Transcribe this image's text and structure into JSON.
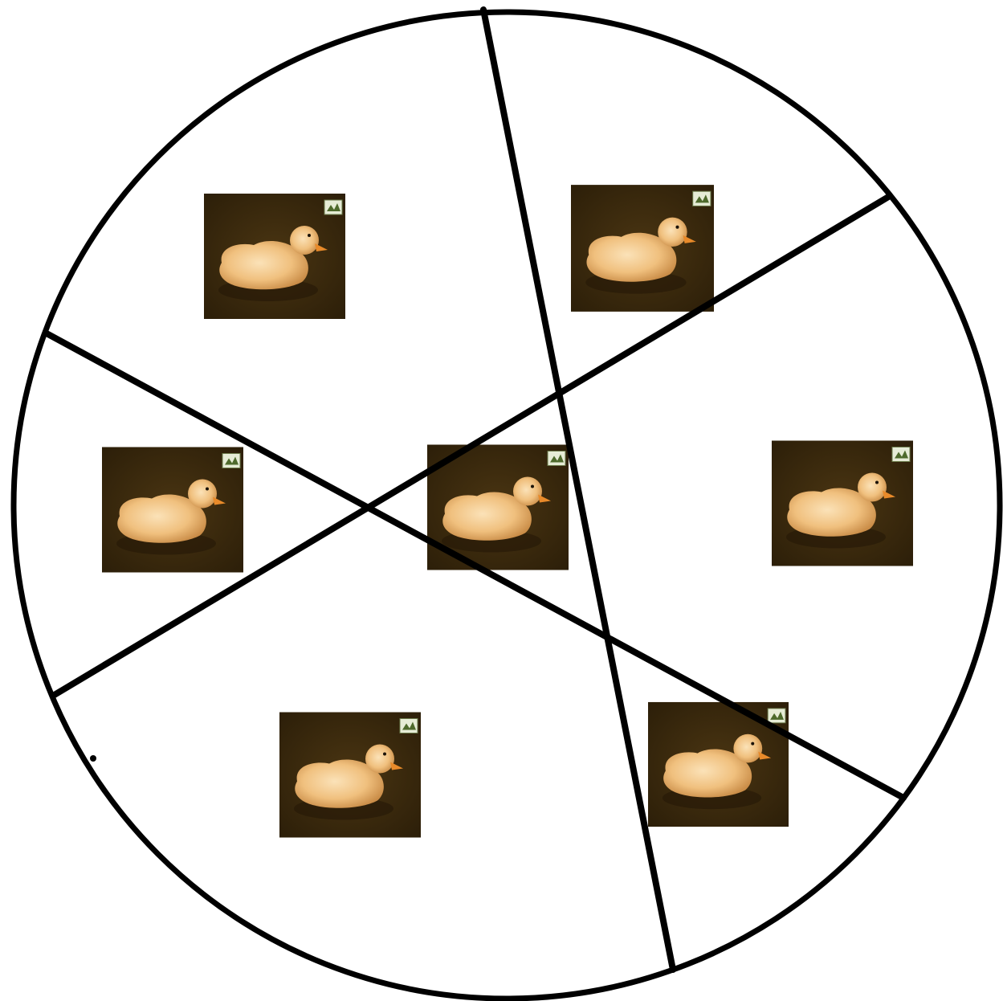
{
  "diagram": {
    "shape": "circle",
    "dividing_lines": 3,
    "regions": 7,
    "line_color": "#000000",
    "background": "#ffffff",
    "items": [
      {
        "region": 1,
        "icon": "duckling-photo-icon"
      },
      {
        "region": 2,
        "icon": "duckling-photo-icon"
      },
      {
        "region": 3,
        "icon": "duckling-photo-icon"
      },
      {
        "region": 4,
        "icon": "duckling-photo-icon"
      },
      {
        "region": 5,
        "icon": "duckling-photo-icon"
      },
      {
        "region": 6,
        "icon": "duckling-photo-icon"
      },
      {
        "region": 7,
        "icon": "duckling-photo-icon"
      }
    ],
    "colors": {
      "photo_background": "#3b2a0e",
      "duckling_body": "#f2c58a",
      "duckling_beak": "#e88a2a"
    }
  }
}
